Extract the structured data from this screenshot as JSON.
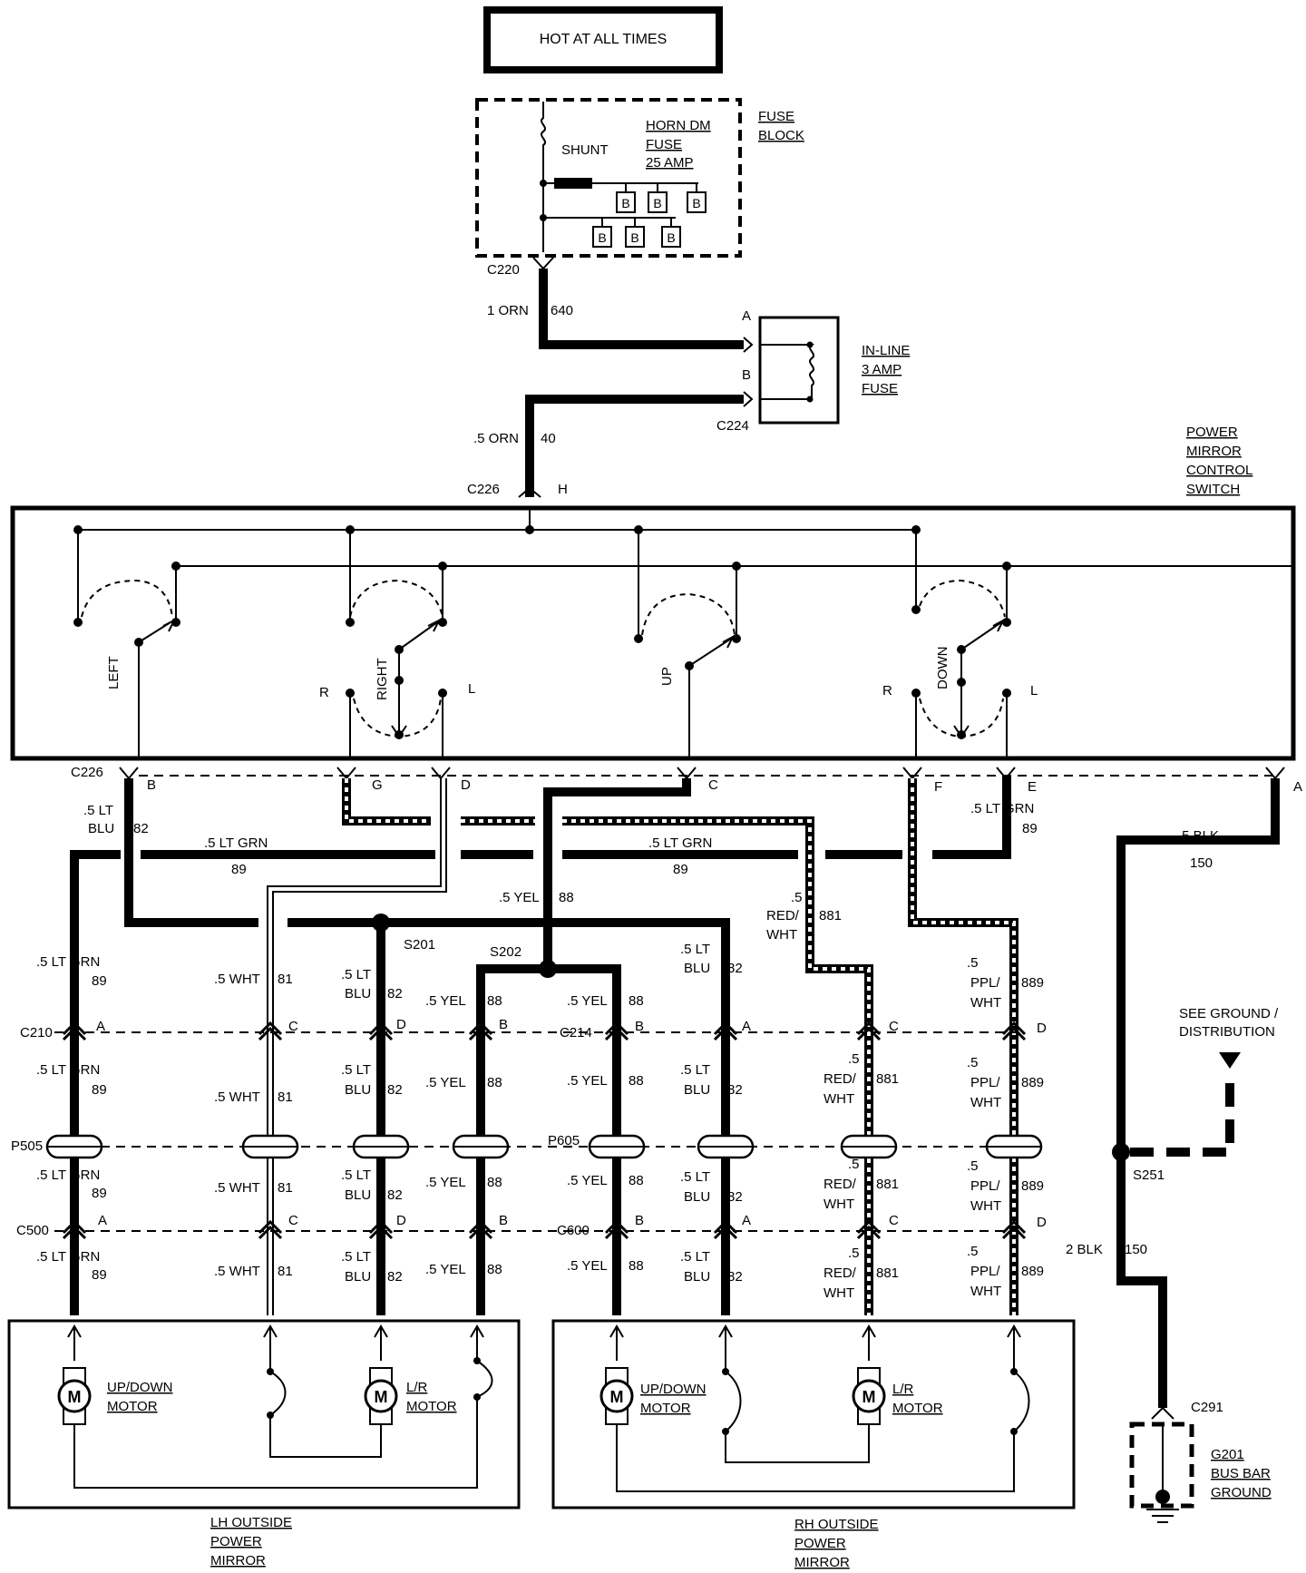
{
  "header": {
    "power_source": "HOT AT ALL TIMES"
  },
  "fuse_block": {
    "title_line1": "FUSE",
    "title_line2": "BLOCK",
    "shunt": "SHUNT",
    "fuse_line1": "HORN DM",
    "fuse_line2": "FUSE",
    "fuse_line3": "25 AMP",
    "bus_label": "B",
    "connector": "C220"
  },
  "inline_fuse": {
    "title_line1": "IN-LINE",
    "title_line2": "3 AMP",
    "title_line3": "FUSE",
    "connector": "C224",
    "pin_a": "A",
    "pin_b": "B"
  },
  "wires": {
    "orn_640": {
      "label": [
        "1 ORN",
        "640"
      ]
    },
    "orn_40": {
      "label": [
        ".5 ORN",
        "40"
      ]
    },
    "ltgrn_89": {
      "label": [
        ".5 LT GRN",
        "89"
      ]
    },
    "ltblu_82": {
      "label": [
        ".5 LT",
        "BLU",
        "82"
      ]
    },
    "wht_81": {
      "label": [
        ".5 WHT",
        "81"
      ]
    },
    "yel_88": {
      "label": [
        ".5 YEL",
        "88"
      ]
    },
    "redwht_881": {
      "label": [
        ".5",
        "RED/",
        "WHT",
        "881"
      ]
    },
    "pplwht_889": {
      "label": [
        ".5",
        "PPL/",
        "WHT",
        "889"
      ]
    },
    "blk_150": {
      "label": [
        ".5 BLK",
        "150"
      ]
    },
    "blk2_150": {
      "label": [
        "2 BLK",
        "150"
      ]
    }
  },
  "switch": {
    "title": [
      "POWER",
      "MIRROR",
      "CONTROL",
      "SWITCH"
    ],
    "connector": "C226",
    "pin_h": "H",
    "pins": [
      "B",
      "G",
      "D",
      "C",
      "F",
      "E",
      "A"
    ],
    "positions": {
      "left": "LEFT",
      "right": "RIGHT",
      "up": "UP",
      "down": "DOWN",
      "r": "R",
      "l": "L"
    }
  },
  "splices": {
    "s201": "S201",
    "s202": "S202",
    "s251": "S251"
  },
  "connectors": {
    "c210": "C210",
    "c214": "C214",
    "p505": "P505",
    "p605": "P605",
    "c500": "C500",
    "c600": "C600",
    "pins_lh": [
      "A",
      "C",
      "D",
      "B"
    ],
    "pins_rh": [
      "B",
      "A",
      "C",
      "D"
    ]
  },
  "ground": {
    "see_line1": "SEE GROUND /",
    "see_line2": "DISTRIBUTION",
    "connector": "C291",
    "title": [
      "G201",
      "BUS BAR",
      "GROUND"
    ]
  },
  "mirrors": {
    "lh": {
      "title": [
        "LH OUTSIDE",
        "POWER",
        "MIRROR"
      ]
    },
    "rh": {
      "title": [
        "RH OUTSIDE",
        "POWER",
        "MIRROR"
      ]
    },
    "motor_symbol": "M",
    "updown_motor": [
      "UP/DOWN",
      "MOTOR"
    ],
    "lr_motor": [
      "L/R",
      "MOTOR"
    ]
  }
}
